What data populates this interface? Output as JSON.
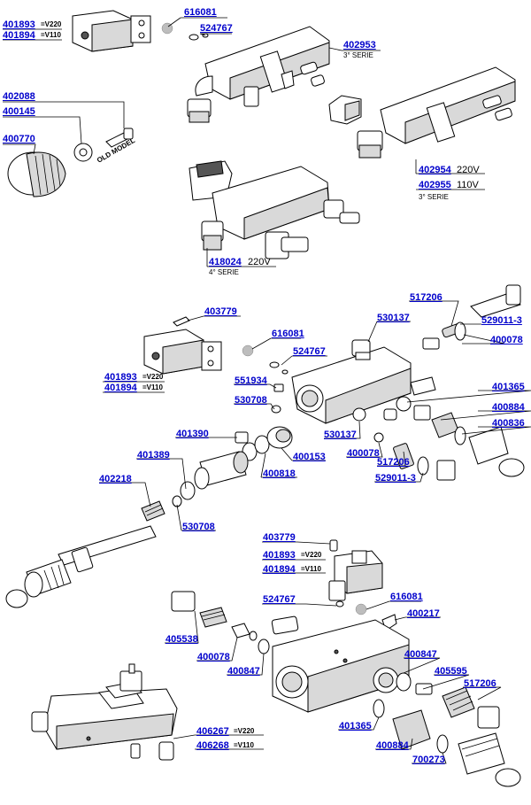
{
  "labels": {
    "a_401893": "401893",
    "a_401893_s": "=V220",
    "a_401894": "401894",
    "a_401894_s": "=V110",
    "a_616081": "616081",
    "a_524767": "524767",
    "a_402953": "402953",
    "a_402953_n": "3° SERIE",
    "a_402088": "402088",
    "a_400145": "400145",
    "a_400770": "400770",
    "a_old": "OLD MODEL",
    "a_402954": "402954",
    "a_402954_v": "220V",
    "a_402955": "402955",
    "a_402955_v": "110V",
    "a_402955_n": "3° SERIE",
    "a_418024": "418024",
    "a_418024_v": "220V",
    "a_418024_n": "4° SERIE",
    "b_403779": "403779",
    "b_616081": "616081",
    "b_524767": "524767",
    "b_401893": "401893",
    "b_401893_s": "=V220",
    "b_401894": "401894",
    "b_401894_s": "=V110",
    "b_551934": "551934",
    "b_530708a": "530708",
    "b_401390": "401390",
    "b_401389": "401389",
    "b_402218": "402218",
    "b_530708b": "530708",
    "b_400818": "400818",
    "b_400153": "400153",
    "b_530137a": "530137",
    "b_530137b": "530137",
    "b_517206a": "517206",
    "b_529011a": "529011-3",
    "b_400078a": "400078",
    "b_401365": "401365",
    "b_400884": "400884",
    "b_400836": "400836",
    "b_400078b": "400078",
    "b_517206b": "517206",
    "b_529011b": "529011-3",
    "c_403779": "403779",
    "c_401893": "401893",
    "c_401893_s": "=V220",
    "c_401894": "401894",
    "c_401894_s": "=V110",
    "c_524767": "524767",
    "c_616081": "616081",
    "c_400217": "400217",
    "c_405538": "405538",
    "c_400078": "400078",
    "c_400847a": "400847",
    "c_400847b": "400847",
    "c_405595": "405595",
    "c_517206": "517206",
    "c_401365": "401365",
    "c_400884": "400884",
    "c_700273": "700273",
    "c_406267": "406267",
    "c_406267_s": "=V220",
    "c_406268": "406268",
    "c_406268_s": "=V110"
  }
}
